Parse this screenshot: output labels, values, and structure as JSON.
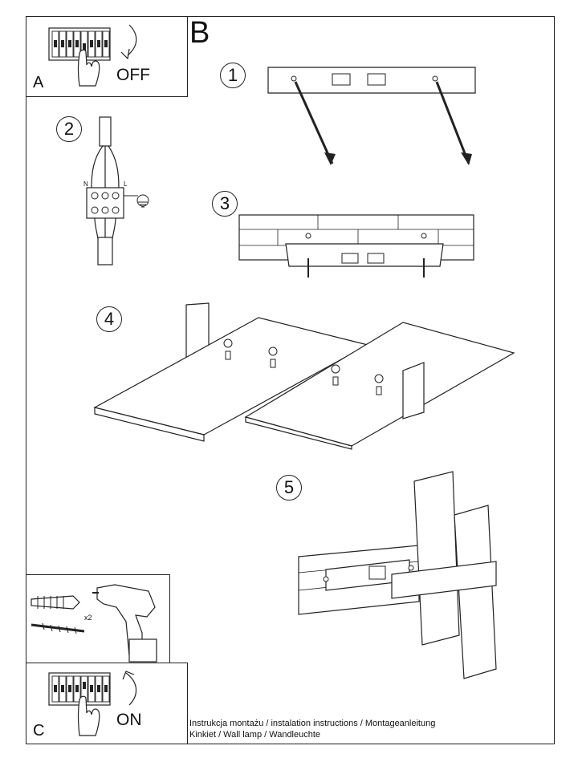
{
  "section_a": {
    "letter": "A",
    "label": "OFF"
  },
  "section_b": {
    "letter": "B"
  },
  "section_c": {
    "letter": "C",
    "label": "ON"
  },
  "steps": [
    "1",
    "2",
    "3",
    "4",
    "5"
  ],
  "wiring": {
    "neutral": "N",
    "live": "L"
  },
  "tools": {
    "quantity": "x2"
  },
  "footer": {
    "line1": "Instrukcja montażu / instalation instructions / Montageanleitung",
    "line2": "Kinkiet / Wall lamp / Wandleuchte"
  }
}
